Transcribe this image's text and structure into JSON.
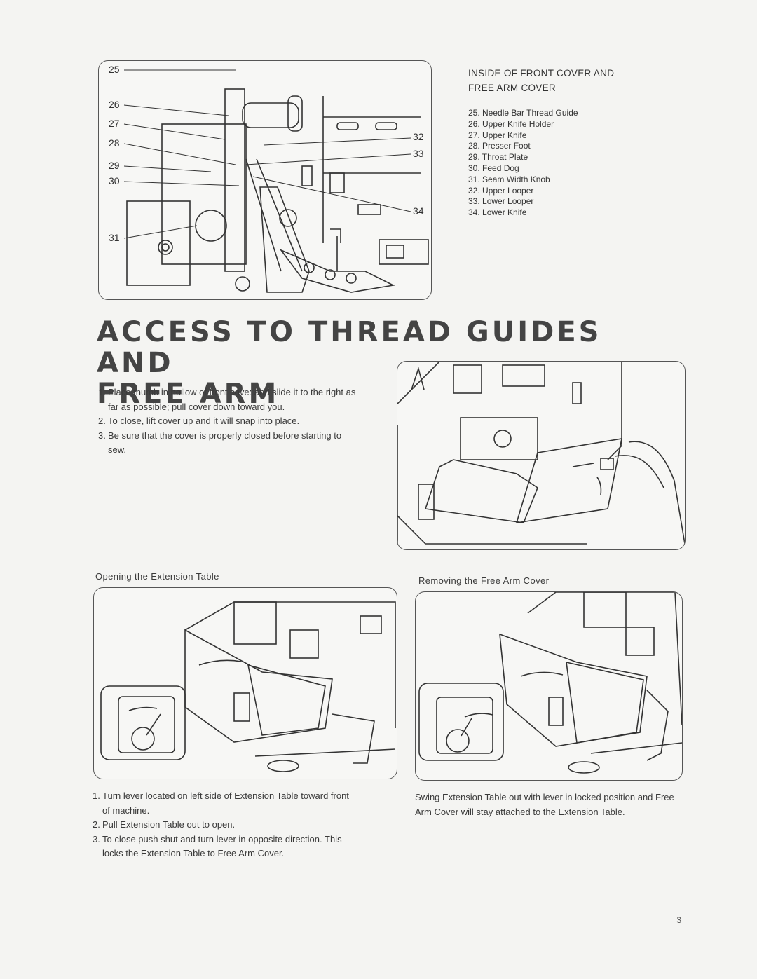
{
  "diagram": {
    "callouts_left": [
      "25",
      "26",
      "27",
      "28",
      "29",
      "30",
      "31"
    ],
    "callouts_right": [
      "32",
      "33",
      "34"
    ]
  },
  "parts": {
    "heading_line1": "INSIDE OF FRONT COVER AND",
    "heading_line2": "FREE ARM COVER",
    "items": [
      "25. Needle Bar Thread Guide",
      "26. Upper Knife Holder",
      "27. Upper Knife",
      "28. Presser Foot",
      "29. Throat Plate",
      "30. Feed Dog",
      "31. Seam Width Knob",
      "32. Upper Looper",
      "33. Lower Looper",
      "34. Lower Knife"
    ]
  },
  "section": {
    "title_line1": "Access to Thread Guides and",
    "title_line2": "Free Arm"
  },
  "access_steps": [
    {
      "num": "1.",
      "text": "Place thumb in hollow of front cove: and slide it to the right as far as possible; pull cover down toward you."
    },
    {
      "num": "2.",
      "text": "To close, lift cover up and it will snap into place."
    },
    {
      "num": "3.",
      "text": "Be sure that the cover is properly closed before starting to sew."
    }
  ],
  "extension": {
    "caption": "Opening the Extension Table",
    "steps": [
      {
        "num": "1.",
        "text": "Turn lever located on left side of Extension Table toward front of machine."
      },
      {
        "num": "2.",
        "text": "Pull Extension Table out to open."
      },
      {
        "num": "3.",
        "text": "To close push shut and turn lever in opposite direction. This locks the Extension Table to Free Arm Cover."
      }
    ]
  },
  "free_arm": {
    "caption": "Removing the Free Arm Cover",
    "text": "Swing Extension Table out with lever in locked position and Free Arm Cover will stay attached to the Extension Table."
  },
  "page_number": "3"
}
